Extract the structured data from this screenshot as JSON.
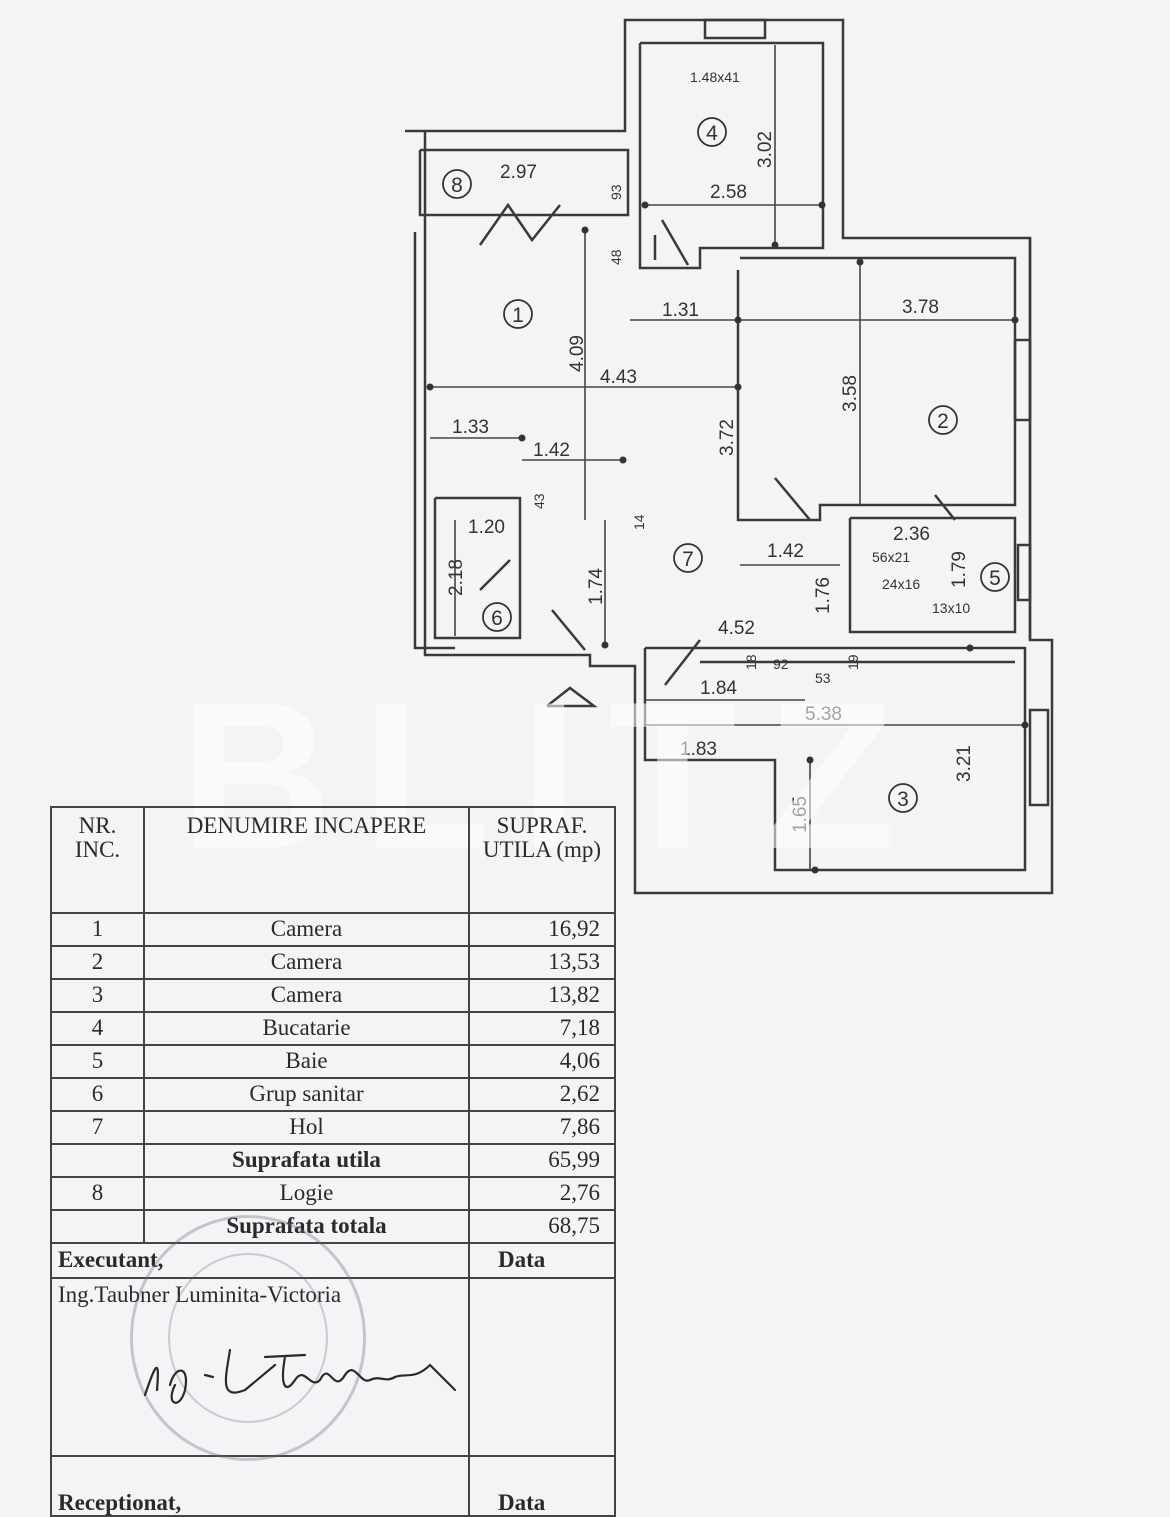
{
  "plan": {
    "rooms": [
      "1",
      "2",
      "3",
      "4",
      "5",
      "6",
      "7",
      "8"
    ],
    "dims": {
      "d_148x41": "1.48x41",
      "d_302": "3.02",
      "d_297": "2.97",
      "d_93": "93",
      "d_258": "2.58",
      "d_48": "48",
      "d_131": "1.31",
      "d_378": "3.78",
      "d_409": "4.09",
      "d_443": "4.43",
      "d_358": "3.58",
      "d_133": "1.33",
      "d_142a": "1.42",
      "d_372": "3.72",
      "d_43": "43",
      "d_120": "1.20",
      "d_14": "14",
      "d_236": "2.36",
      "d_218": "2.18",
      "d_142b": "1.42",
      "d_56x21": "56x21",
      "d_179": "1.79",
      "d_24x16": "24x16",
      "d_174": "1.74",
      "d_176": "1.76",
      "d_13x10": "13x10",
      "d_452": "4.52",
      "d_18": "18",
      "d_92": "92",
      "d_19": "19",
      "d_53": "53",
      "d_184": "1.84",
      "d_538": "5.38",
      "d_183": "1.83",
      "d_321": "3.21",
      "d_165": "1.65"
    }
  },
  "watermark": "BLITZ",
  "table": {
    "header": {
      "nr": "NR. INC.",
      "name": "DENUMIRE INCAPERE",
      "area": "SUPRAF. UTILA (mp)"
    },
    "rows": [
      {
        "nr": "1",
        "name": "Camera",
        "area": "16,92"
      },
      {
        "nr": "2",
        "name": "Camera",
        "area": "13,53"
      },
      {
        "nr": "3",
        "name": "Camera",
        "area": "13,82"
      },
      {
        "nr": "4",
        "name": "Bucatarie",
        "area": "7,18"
      },
      {
        "nr": "5",
        "name": "Baie",
        "area": "4,06"
      },
      {
        "nr": "6",
        "name": "Grup sanitar",
        "area": "2,62"
      },
      {
        "nr": "7",
        "name": "Hol",
        "area": "7,86"
      }
    ],
    "subtotal": {
      "label": "Suprafata utila",
      "area": "65,99"
    },
    "extra": {
      "nr": "8",
      "name": "Logie",
      "area": "2,76"
    },
    "total": {
      "label": "Suprafata totala",
      "area": "68,75"
    },
    "executant_label": "Executant,",
    "date_label": "Data",
    "executant_name": "Ing.Taubner Luminita-Victoria",
    "receptionat_label": "Receptionat,",
    "date_label_2": "Data"
  }
}
